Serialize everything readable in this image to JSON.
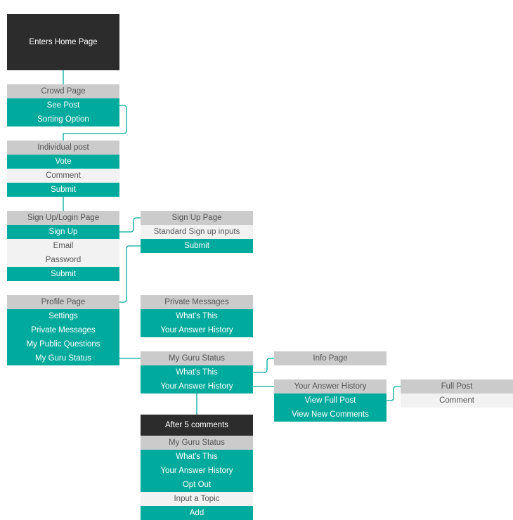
{
  "colors": {
    "header": "#cbcbcc",
    "teal": "#00aa9c",
    "light": "#f2f2f2",
    "dark": "#2c2c2c"
  },
  "start": {
    "label": "Enters Home Page"
  },
  "crowd": {
    "title": "Crowd Page",
    "items": [
      "See Post",
      "Sorting Option"
    ]
  },
  "individual": {
    "title": "Individual post",
    "items": [
      "Vote",
      "Comment",
      "Submit"
    ]
  },
  "signup_login": {
    "title": "Sign Up/Login Page",
    "items": [
      "Sign Up",
      "Email",
      "Password",
      "Submit"
    ]
  },
  "signup": {
    "title": "Sign Up Page",
    "items": [
      "Standard Sign up inputs",
      "Submit"
    ]
  },
  "profile": {
    "title": "Profile Page",
    "items": [
      "Settings",
      "Private Messages",
      "My Public Questions",
      "My Guru Status"
    ]
  },
  "private_messages": {
    "title": "Private Messages",
    "items": [
      "What's This",
      "Your Answer History"
    ]
  },
  "guru_status": {
    "title": "My Guru Status",
    "items": [
      "What's This",
      "Your Answer History"
    ]
  },
  "info_page": {
    "title": "Info Page"
  },
  "answer_history": {
    "title": "Your Answer History",
    "items": [
      "View Full Post",
      "View New Comments"
    ]
  },
  "full_post": {
    "title": "Full Post",
    "items": [
      "Comment"
    ]
  },
  "after5": {
    "label": "After 5 comments"
  },
  "guru_status_2": {
    "title": "My Guru Status",
    "items": [
      "What's This",
      "Your Answer History",
      "Opt Out",
      "Input a Topic",
      "Add"
    ]
  }
}
